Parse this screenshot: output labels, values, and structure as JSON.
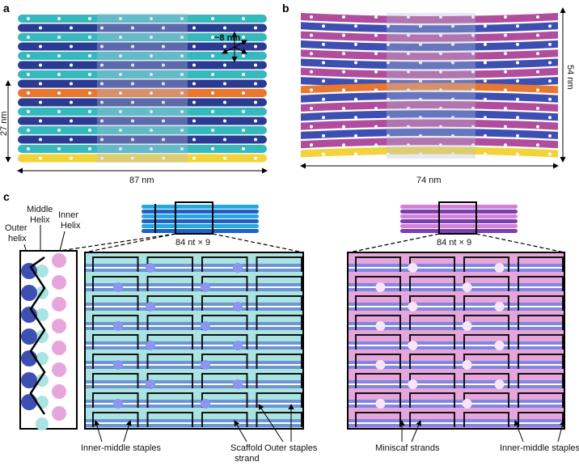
{
  "panels": {
    "a": {
      "label": "a",
      "width_label": "87 nm",
      "height_label": "27 nm",
      "spacing_label": "~8 nm"
    },
    "b": {
      "label": "b",
      "width_label": "74 nm",
      "height_label": "54 nm"
    },
    "c": {
      "label": "c",
      "helix_labels": {
        "middle": "Middle",
        "middle2": "Helix",
        "inner": "Inner",
        "inner2": "Helix",
        "outer": "Outer",
        "outer2": "helix"
      },
      "left_map_title": "84 nt × 9",
      "right_map_title": "84 nt × 9",
      "annotations": {
        "inner_middle_left": "Inner-middle staples",
        "scaffold": "Scaffold",
        "scaffold2": "strand",
        "outer": "Outer staples",
        "miniscaf": "Miniscaf strands",
        "inner_middle_right": "Inner-middle staples"
      }
    }
  },
  "colors": {
    "teal": "#35b9bd",
    "navy": "#2c3b92",
    "orange": "#e9772e",
    "yellow": "#f0d43a",
    "magenta": "#b04d9c",
    "blue": "#3d4fb0",
    "light_teal": "#a9e4e2",
    "light_pink": "#e6a6dc"
  }
}
